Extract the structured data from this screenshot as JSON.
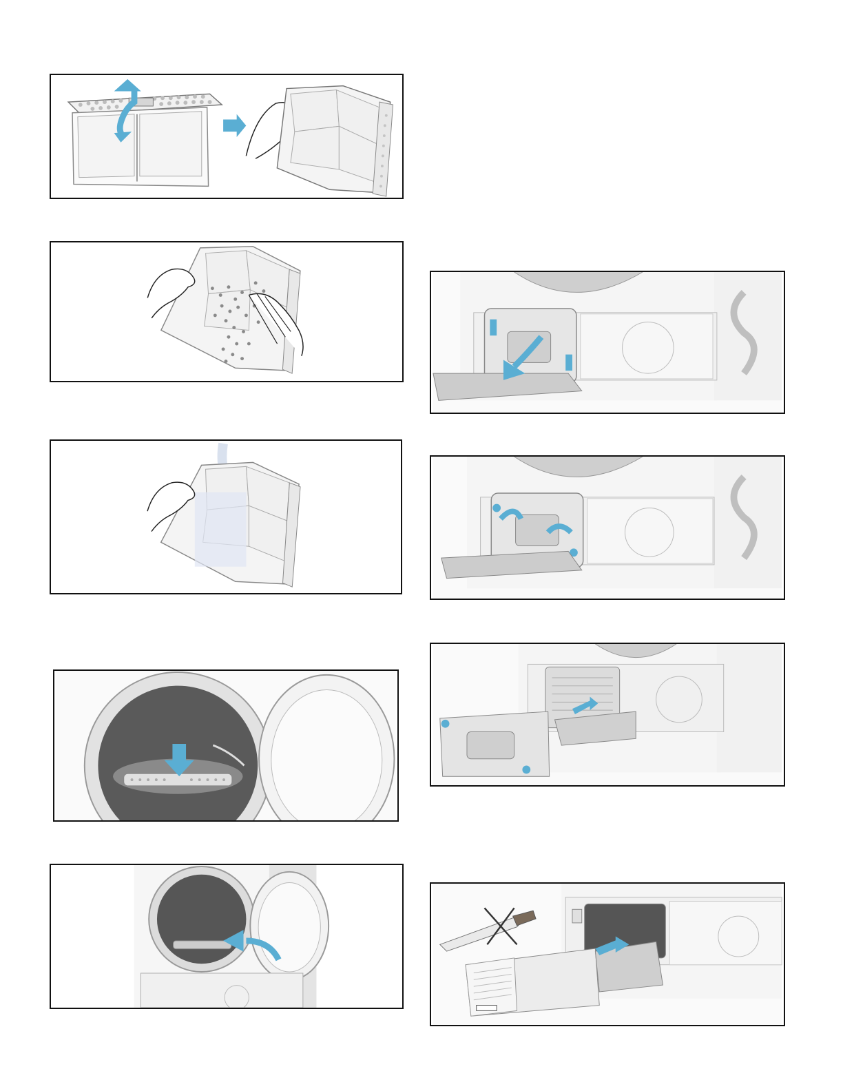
{
  "page": {
    "background": "#ffffff",
    "frame_color": "#111111",
    "arrow_color": "#5aaed3"
  },
  "illustrations": [
    {
      "id": "p1",
      "depicts": "open-lint-filter-and-unfold"
    },
    {
      "id": "p2",
      "depicts": "remove-lint-by-hand"
    },
    {
      "id": "p3",
      "depicts": "rinse-filter-under-water"
    },
    {
      "id": "p4",
      "depicts": "insert-filter-in-door-opening"
    },
    {
      "id": "p5",
      "depicts": "close-door"
    },
    {
      "id": "p6",
      "depicts": "open-maintenance-flap"
    },
    {
      "id": "p7",
      "depicts": "turn-locking-levers"
    },
    {
      "id": "p8",
      "depicts": "pull-out-condenser-cover"
    },
    {
      "id": "p9",
      "depicts": "remove-condenser-no-sharp-objects"
    }
  ]
}
